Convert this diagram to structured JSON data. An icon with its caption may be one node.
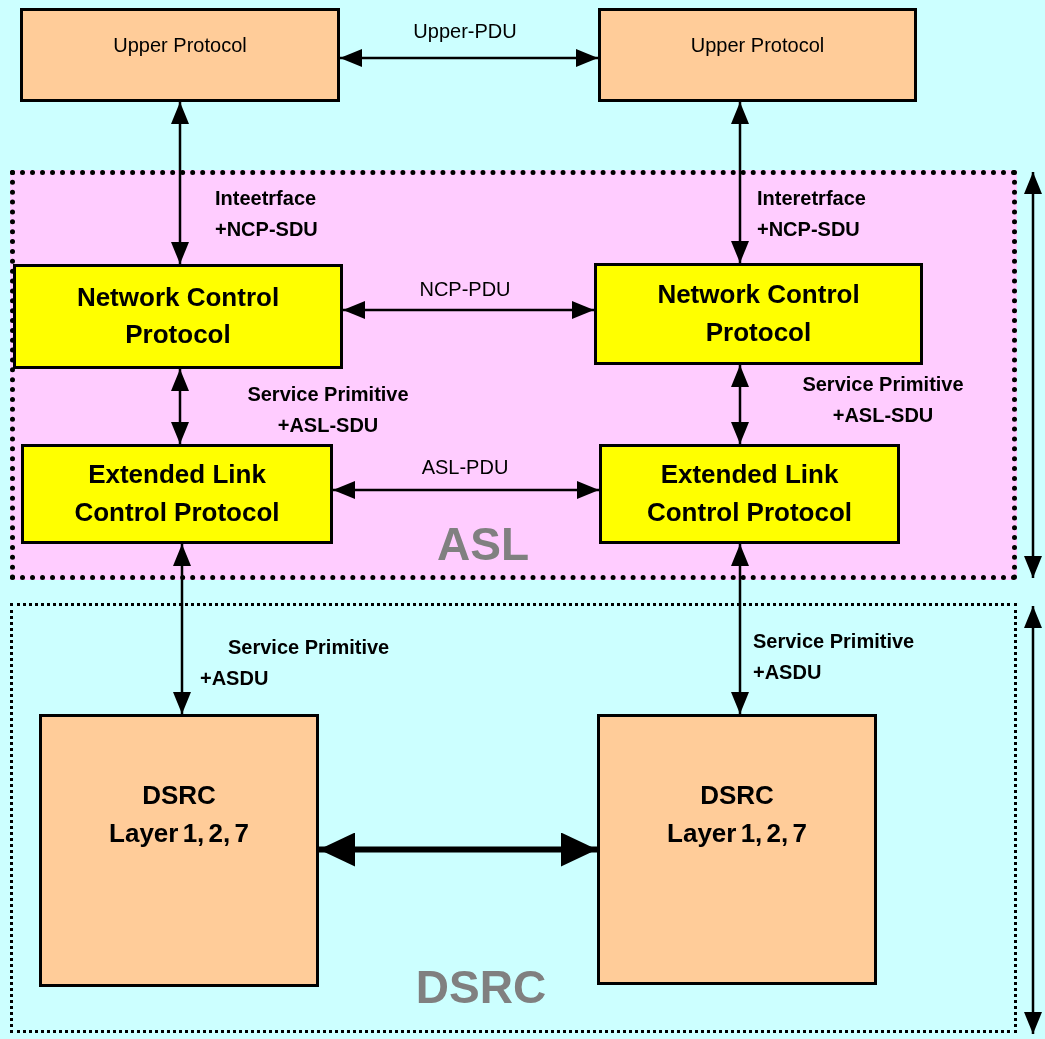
{
  "diagram": {
    "nodes": [
      {
        "text": [
          "ASL"
        ]
      },
      {
        "text": [
          "DSRC"
        ]
      },
      {
        "text": [
          "Upper Protocol"
        ]
      },
      {
        "text": [
          "Upper Protocol"
        ]
      },
      {
        "text": [
          "Network Control Protocol"
        ],
        "in": 0
      },
      {
        "text": [
          "Network Control Protocol"
        ],
        "in": 0
      },
      {
        "text": [
          "Extended Link Control Protocol"
        ],
        "in": 0
      },
      {
        "text": [
          "Extended Link Control Protocol"
        ],
        "in": 0
      },
      {
        "text": [
          "DSRC Layer 1, 2, 7"
        ],
        "in": 1
      },
      {
        "text": [
          "DSRC Layer 1, 2, 7"
        ],
        "in": 1
      }
    ],
    "edges": [
      {
        "from": 2,
        "to": 3,
        "arrow": "both",
        "label": "Upper-PDU"
      },
      {
        "from": 2,
        "to": 4,
        "arrow": "both",
        "label": "Inteetrface +NCP-SDU"
      },
      {
        "from": 3,
        "to": 5,
        "arrow": "both",
        "label": "Interetrface +NCP-SDU"
      },
      {
        "from": 4,
        "to": 5,
        "arrow": "both",
        "label": "NCP-PDU"
      },
      {
        "from": 4,
        "to": 6,
        "arrow": "both",
        "label": "Service Primitive +ASL-SDU"
      },
      {
        "from": 5,
        "to": 7,
        "arrow": "both",
        "label": "Service Primitive +ASL-SDU"
      },
      {
        "from": 6,
        "to": 7,
        "arrow": "both",
        "label": "ASL-PDU"
      },
      {
        "from": 6,
        "to": 8,
        "arrow": "both",
        "label": "Service Primitive +ASDU"
      },
      {
        "from": 7,
        "to": 9,
        "arrow": "both",
        "label": "Service Primitive +ASDU"
      },
      {
        "from": 8,
        "to": 9,
        "arrow": "both",
        "style": "thick"
      }
    ]
  }
}
